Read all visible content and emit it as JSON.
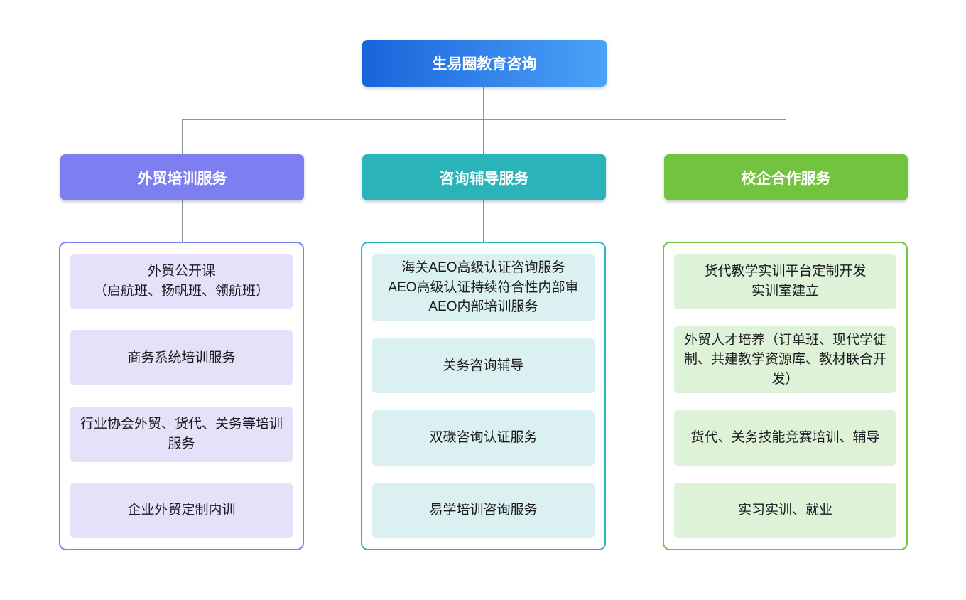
{
  "root": {
    "label": "生易圈教育咨询"
  },
  "branches": [
    {
      "label": "外贸培训服务",
      "items": [
        "外贸公开课\n（启航班、扬帆班、领航班）",
        "商务系统培训服务",
        "行业协会外贸、货代、关务等培训服务",
        "企业外贸定制内训"
      ]
    },
    {
      "label": "咨询辅导服务",
      "items": [
        "海关AEO高级认证咨询服务\nAEO高级认证持续符合性内部审\nAEO内部培训服务",
        "关务咨询辅导",
        "双碳咨询认证服务",
        "易学培训咨询服务"
      ]
    },
    {
      "label": "校企合作服务",
      "items": [
        "货代教学实训平台定制开发\n实训室建立",
        "外贸人才培养（订单班、现代学徒制、共建教学资源库、教材联合开发）",
        "货代、关务技能竞赛培训、辅导",
        "实习实训、就业"
      ]
    }
  ],
  "colors": {
    "root_gradient_start": "#1a64db",
    "root_gradient_end": "#4ba2f8",
    "branch1": "#7d7ff1",
    "branch1_light": "#e4e1f8",
    "branch2": "#2ab4ba",
    "branch2_light": "#dbf0f1",
    "branch3": "#72c43f",
    "branch3_light": "#def2d8",
    "connector": "#8b949c"
  }
}
